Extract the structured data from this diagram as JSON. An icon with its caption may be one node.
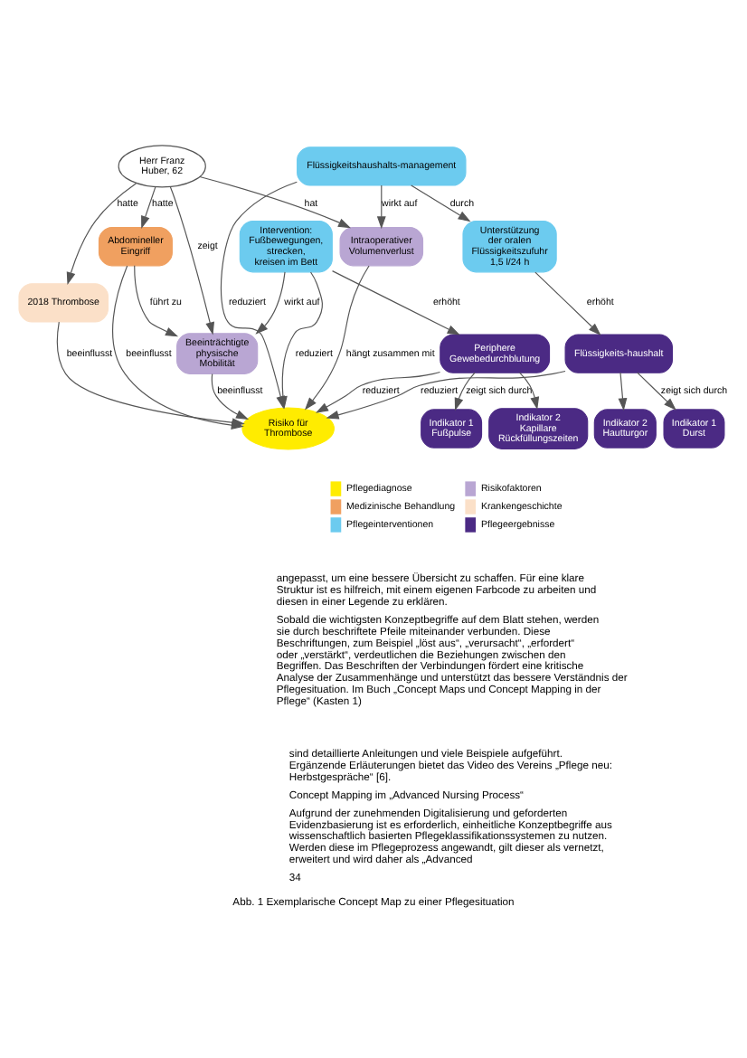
{
  "diagram": {
    "caption": "Abb. 1 Exemplarische Concept Map zu einer Pflegesituation",
    "nodes": [
      {
        "text": [
          "Beeinträchtigte physische Mobilität"
        ]
      },
      {
        "text": [
          "Abdomineller Eingriff"
        ]
      },
      {
        "text": [
          "Herr Franz Huber, 62"
        ]
      },
      {
        "text": [
          "2018 Thrombose"
        ]
      },
      {
        "text": [
          "Intervention: Fußbewegungen, strecken, kreisen im Bett"
        ]
      },
      {
        "text": [
          "Periphere Gewebedurchblutung"
        ]
      },
      {
        "text": [
          "Intraoperativer Volumenverlust"
        ]
      },
      {
        "text": [
          "Indikator 1 Fußpulse"
        ]
      },
      {
        "text": [
          "Risiko für Thrombose"
        ]
      },
      {
        "text": [
          "Indikator 2 Kapillare Rückfüllungszeiten"
        ]
      },
      {
        "text": [
          "Flüssigkeitshaushalts-management"
        ]
      },
      {
        "text": [
          "Flüssigkeits-haushalt"
        ]
      },
      {
        "text": [
          "Indikator 1 Durst"
        ]
      },
      {
        "text": [
          "Indikator 2 Hautturgor"
        ]
      },
      {
        "text": [
          "Unterstützung der oralen Flüssigkeitszufuhr 1,5 l/24 h"
        ]
      }
    ],
    "edges": [
      {
        "from": 0,
        "to": 8,
        "arrow": "to",
        "label": "beeinflusst"
      },
      {
        "from": 1,
        "to": 0,
        "arrow": "to",
        "label": "führt zu"
      },
      {
        "from": 4,
        "to": 0,
        "arrow": "to",
        "label": "wirkt auf"
      },
      {
        "from": 2,
        "to": 0,
        "arrow": "to",
        "label": "zeigt"
      },
      {
        "from": 2,
        "to": 1,
        "arrow": "to",
        "label": "hatte"
      },
      {
        "from": 2,
        "to": 3,
        "arrow": "to",
        "label": "hatte"
      },
      {
        "from": 1,
        "to": 8,
        "arrow": "to",
        "label": "beeinflusst"
      },
      {
        "from": 4,
        "to": 8,
        "arrow": "to",
        "label": "reduziert"
      },
      {
        "from": 2,
        "to": 6,
        "arrow": "to",
        "label": "hat"
      },
      {
        "from": 3,
        "to": 8,
        "arrow": "to",
        "label": "beeinflusst"
      },
      {
        "from": 6,
        "to": 8,
        "arrow": "to",
        "label": "hängt zusammen mit"
      },
      {
        "from": 4,
        "to": 5,
        "arrow": "to",
        "label": "erhöht"
      },
      {
        "from": 5,
        "to": 7,
        "arrow": "to",
        "label": "zeigt sich durch"
      },
      {
        "from": 5,
        "to": 9,
        "arrow": "to"
      },
      {
        "from": 5,
        "to": 8,
        "arrow": "to",
        "label": "reduziert"
      },
      {
        "from": 10,
        "to": 6,
        "arrow": "to",
        "label": "wirkt auf"
      },
      {
        "from": 10,
        "to": 8,
        "arrow": "to",
        "label": "reduziert"
      },
      {
        "from": 11,
        "to": 8,
        "arrow": "to",
        "label": "reduziert"
      },
      {
        "from": 10,
        "to": 14,
        "arrow": "to",
        "label": "durch"
      },
      {
        "from": 14,
        "to": 11,
        "arrow": "to",
        "label": "erhöht"
      },
      {
        "from": 11,
        "to": 12,
        "arrow": "to",
        "label": "zeigt sich durch"
      },
      {
        "from": 11,
        "to": 13,
        "arrow": "to"
      }
    ],
    "legend": [
      {
        "text": "Pflegediagnose",
        "color": "#ffec00"
      },
      {
        "text": "Risikofaktoren",
        "color": "#b9a6d3"
      },
      {
        "text": "Medizinische Behandlung",
        "color": "#f0a060"
      },
      {
        "text": "Krankengeschichte",
        "color": "#fbe0c8"
      },
      {
        "text": "Pflegeinterventionen",
        "color": "#6ccbef"
      },
      {
        "text": "Pflegeergebnisse",
        "color": "#4b2a84"
      }
    ],
    "labels": [
      "angepasst, um eine bessere Übersicht zu schaffen. Für eine klare Struktur ist es hilfreich, mit einem eigenen Farbcode zu arbeiten und diesen in einer Legende zu erklären.",
      "Sobald die wichtigsten Konzeptbegriffe auf dem Blatt stehen, werden sie durch beschriftete Pfeile miteinander verbunden. Diese Beschriftungen, zum Beispiel „löst aus“, „verursacht“, „erfordert“ oder „verstärkt“, verdeutlichen die Beziehungen zwischen den Begriffen. Das Beschriften der Verbindungen fördert eine kritische Analyse der Zusammenhänge und unterstützt das bessere Verständnis der Pflegesituation. Im Buch „Concept Maps und Concept Mapping in der Pflege“ (Kasten 1)",
      "sind detaillierte Anleitungen und viele Beispiele aufgeführt. Ergänzende Erläuterungen bietet das Video des Vereins „Pflege neu: Herbstgespräche“ [6].",
      "Concept Mapping im „Advanced Nursing Process“",
      "Aufgrund der zunehmenden Digitalisierung und geforderten Evidenzbasierung ist es erforderlich, einheitliche Konzeptbegriffe aus wissenschaftlich basierten Pflegeklassifikationssystemen zu nutzen. Werden diese im Pflegeprozess angewandt, gilt dieser als vernetzt, erweitert und wird daher als „Advanced",
      "34"
    ]
  }
}
